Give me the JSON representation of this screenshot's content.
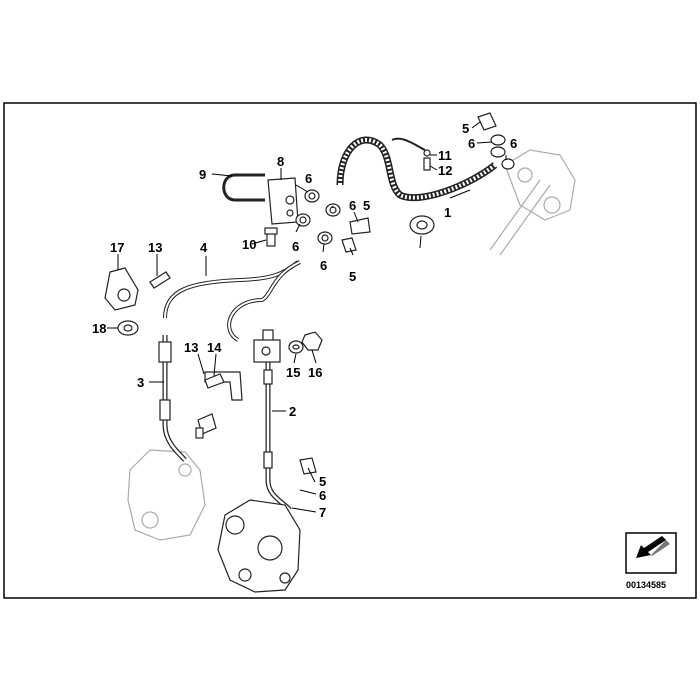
{
  "diagram": {
    "reference_number": "00134585",
    "callouts": [
      "1",
      "2",
      "3",
      "4",
      "5",
      "5",
      "5",
      "5",
      "6",
      "6",
      "6",
      "6",
      "6",
      "6",
      "6",
      "7",
      "8",
      "9",
      "10",
      "11",
      "12",
      "13",
      "13",
      "14",
      "15",
      "16",
      "17",
      "18"
    ]
  }
}
